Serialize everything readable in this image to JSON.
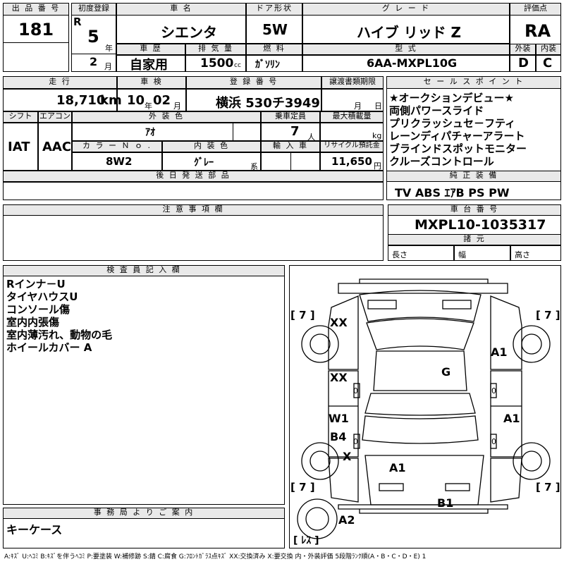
{
  "header": {
    "lot_label": "出 品 番 号",
    "lot_value": "181",
    "first_reg_label": "初度登録",
    "era": "R",
    "year": "5",
    "year_unit": "年",
    "month": "2",
    "month_unit": "月",
    "car_name_label": "車 名",
    "car_name": "シエンタ",
    "door_label": "ドア形状",
    "door": "5W",
    "grade_label": "グ レ ー ド",
    "grade": "ハイブ リッド Z",
    "score_label": "評価点",
    "score": "RA",
    "history_label": "車 歴",
    "history": "自家用",
    "displacement_label": "排 気 量",
    "displacement": "1500",
    "displacement_unit": "cc",
    "fuel_label": "燃 料",
    "fuel": "ｶﾞｿﾘﾝ",
    "model_label": "型 式",
    "model": "6AA-MXPL10G",
    "exterior_label": "外装",
    "exterior": "D",
    "interior_label": "内装",
    "interior": "C"
  },
  "row2": {
    "mileage_label": "走 行",
    "mileage": "18,710",
    "mileage_unit": "km",
    "inspection_label": "車 検",
    "inspection_year": "10",
    "inspection_year_unit": "年",
    "inspection_month": "02",
    "inspection_month_unit": "月",
    "plate_label": "登 録 番 号",
    "plate": "横浜 530チ3949",
    "transfer_label": "譲渡書類期限",
    "transfer_month": "月",
    "transfer_day": "日"
  },
  "row3": {
    "shift_label": "シフト",
    "shift": "IAT",
    "ac_label": "エアコン",
    "ac": "AAC",
    "color_label": "外 装 色",
    "color": "ｱｵ",
    "capacity_label": "乗車定員",
    "capacity": "7",
    "capacity_unit": "人",
    "max_load_label": "最大積載量",
    "max_load_unit": "kg",
    "color_no_label": "カ ラ ー Ｎ ｏ .",
    "color_no": "8W2",
    "interior_color_label": "内 装 色",
    "interior_color": "ｸﾞﾚｰ",
    "interior_color_suffix": "系",
    "import_label": "輸 入 車",
    "recycle_label": "リサイクル預託金",
    "recycle": "11,650",
    "recycle_unit": "円"
  },
  "later_parts_label": "後 日 発 送 部 品",
  "notes_label": "注 意 事 項 欄",
  "sales_points": {
    "label": "セ ー ル ス ポ イ ン ト",
    "items": [
      "★オークションデビュー★",
      "両側パワースライド",
      "プリクラッシュセ－フティ",
      "レーンディパチャーアラート",
      "ブラインドスポットモニター",
      "クルーズコントロール"
    ]
  },
  "equipment": {
    "label": "純 正 装 備",
    "value": "TV ABS ｴｱB PS PW"
  },
  "chassis": {
    "label": "車 台 番 号",
    "value": "MXPL10-1035317"
  },
  "specs": {
    "label": "諸 元",
    "length": "長さ",
    "width": "幅",
    "height": "高さ"
  },
  "inspector": {
    "label": "検 査 員 記 入 欄",
    "items": [
      "Rインナ－U",
      "タイヤハウスU",
      "コンソール傷",
      "室内内張傷",
      "室内薄汚れ、動物の毛",
      "ホイールカバー A"
    ]
  },
  "office": {
    "label": "事 務 局 よ り ご 案 内",
    "value": "キーケース"
  },
  "diagram": {
    "tire_tl": "[ 7 ]",
    "tire_tr": "[ 7 ]",
    "tire_bl": "[ 7 ]",
    "tire_br": "[ 7 ]",
    "spare": "[ ﾚｽ ]",
    "marks": [
      "XX",
      "A1",
      "G",
      "XX",
      "W1",
      "A1",
      "B4",
      "X",
      "A1",
      "B1",
      "A2"
    ],
    "zeros": [
      "0",
      "0",
      "0",
      "0"
    ]
  },
  "legend": "A:ｷｽﾞ U:ﾍｺﾐ B:ｷｽﾞを伴うﾍｺﾐ P:要塗装 W:補修跡 S:錆 C:腐食 G:ﾌﾛﾝﾄｶﾞﾗｽ点ｷｽﾞ XX:交換済み X:要交換  内・外装評価 5段階ﾗﾝｸ順(A・B・C・D・E) 1"
}
